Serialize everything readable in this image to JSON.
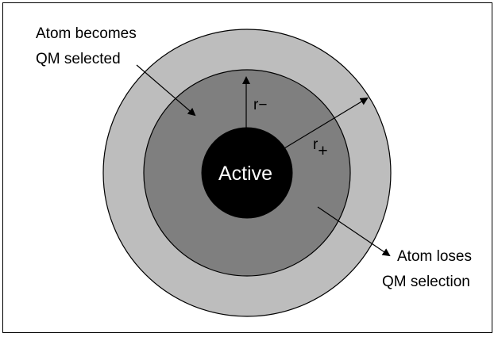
{
  "diagram": {
    "center_label": "Active",
    "inner_radius_label": "r−",
    "outer_radius_label_base": "r",
    "outer_radius_label_sub": "+",
    "annotation_top": {
      "line1": "Atom becomes",
      "line2": "QM selected"
    },
    "annotation_bottom": {
      "line1": "Atom loses",
      "line2": "QM selection"
    },
    "colors": {
      "outer_ring": "#bdbdbd",
      "middle_ring": "#7f7f7f",
      "core": "#000000",
      "core_text": "#ffffff"
    }
  }
}
